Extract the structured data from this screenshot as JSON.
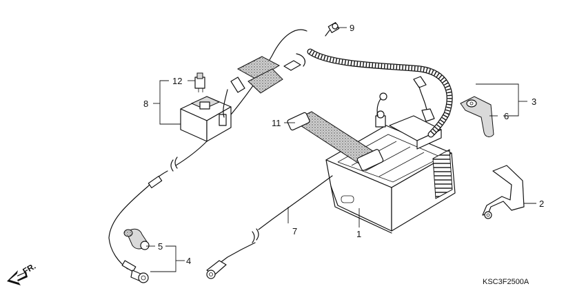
{
  "diagram": {
    "part_code": "KSC3F2500A",
    "direction_label": "FR.",
    "callouts": {
      "c1": "1",
      "c2": "2",
      "c3": "3",
      "c4": "4",
      "c5": "5",
      "c6": "6",
      "c7": "7",
      "c8": "8",
      "c9": "9",
      "c11": "11",
      "c12": "12"
    }
  }
}
